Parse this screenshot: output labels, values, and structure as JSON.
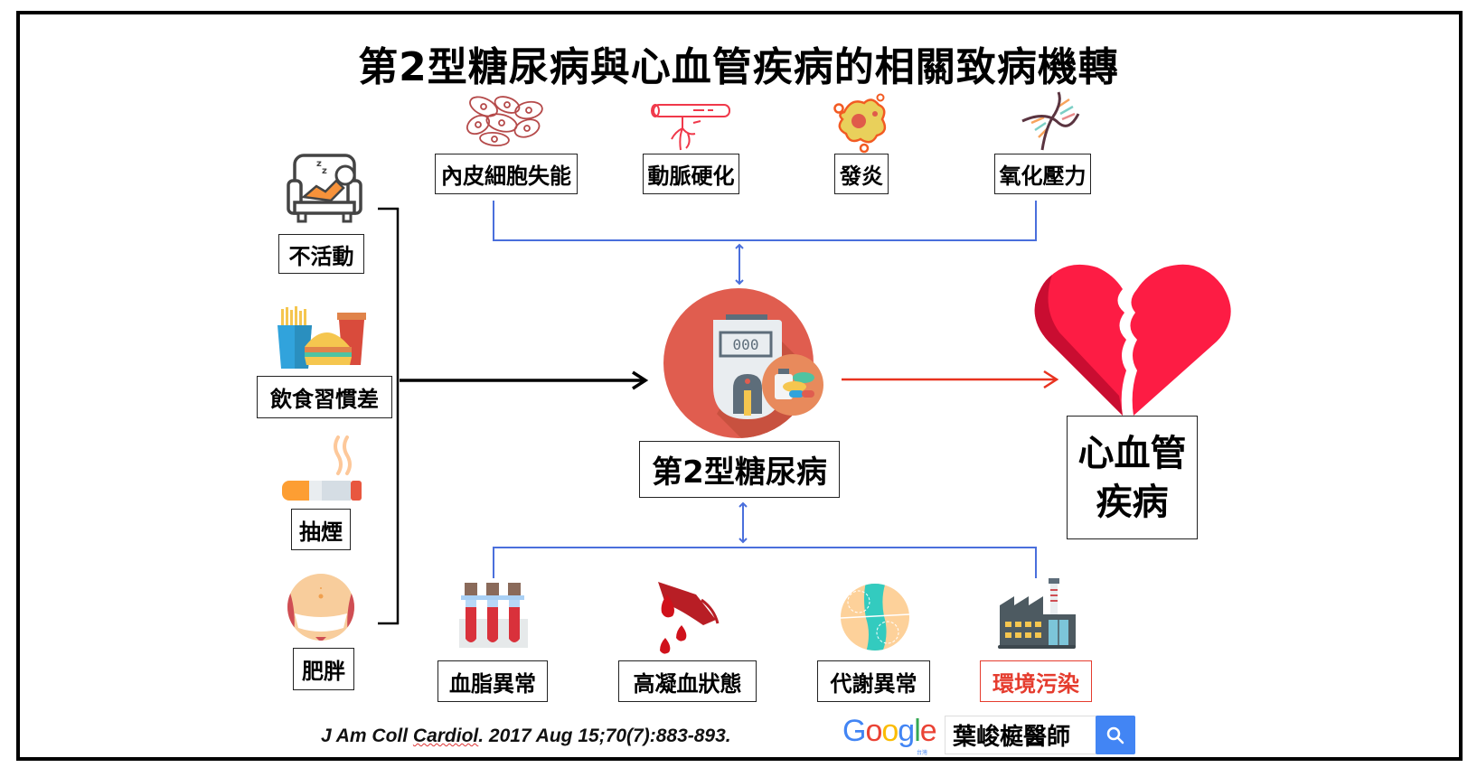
{
  "title": "第2型糖尿病與心血管疾病的相關致病機轉",
  "risk_factors": [
    {
      "label": "不活動",
      "icon": "sleeping-on-couch-icon"
    },
    {
      "label": "飲食習慣差",
      "icon": "fast-food-icon"
    },
    {
      "label": "抽煙",
      "icon": "cigarette-icon"
    },
    {
      "label": "肥胖",
      "icon": "obese-belly-icon"
    }
  ],
  "top_mechanisms": [
    {
      "label": "內皮細胞失能",
      "icon": "endothelial-cells-icon"
    },
    {
      "label": "動脈硬化",
      "icon": "artery-icon"
    },
    {
      "label": "發炎",
      "icon": "inflammation-cell-icon"
    },
    {
      "label": "氧化壓力",
      "icon": "dna-icon"
    }
  ],
  "bottom_mechanisms": [
    {
      "label": "血脂異常",
      "icon": "blood-test-tubes-icon",
      "highlight": false
    },
    {
      "label": "高凝血狀態",
      "icon": "blood-drops-icon",
      "highlight": false
    },
    {
      "label": "代謝異常",
      "icon": "metabolism-icon",
      "highlight": false
    },
    {
      "label": "環境污染",
      "icon": "factory-icon",
      "highlight": true
    }
  ],
  "center": {
    "label": "第2型糖尿病",
    "icon": "glucose-meter-icon"
  },
  "outcome": {
    "line1": "心血管",
    "line2": "疾病",
    "icon": "broken-heart-icon"
  },
  "meter_display": "000",
  "citation": {
    "journal_pre": "J Am Coll ",
    "journal_squiggle": "Cardiol",
    "rest": ". 2017 Aug 15;70(7):883-893."
  },
  "search": {
    "logo": [
      "G",
      "o",
      "o",
      "g",
      "l",
      "e"
    ],
    "logo_sub": "台灣",
    "query": "葉峻榳醫師",
    "button_icon": "search-icon"
  },
  "colors": {
    "bracket_blue": "#4a6fdc",
    "arrow_red": "#e8321f",
    "highlight_red": "#e53c2e",
    "circle_red": "#e05d4f",
    "heart_red": "#fd1c44",
    "google": [
      "#4285f4",
      "#ea4335",
      "#fbbc05",
      "#4285f4",
      "#34a853",
      "#ea4335"
    ]
  }
}
